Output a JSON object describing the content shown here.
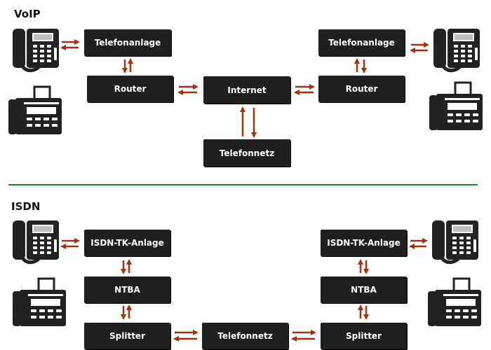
{
  "voip": {
    "title": "VoIP",
    "telefonanlage_left": "Telefonanlage",
    "telefonanlage_right": "Telefonanlage",
    "router_left": "Router",
    "router_right": "Router",
    "internet": "Internet",
    "telefonnetz": "Telefonnetz"
  },
  "isdn": {
    "title": "ISDN",
    "tk_anlage_left": "ISDN-TK-Anlage",
    "tk_anlage_right": "ISDN-TK-Anlage",
    "ntba_left": "NTBA",
    "ntba_right": "NTBA",
    "splitter_left": "Splitter",
    "splitter_right": "Splitter",
    "telefonnetz": "Telefonnetz"
  },
  "colors": {
    "box": "#1f1f1f",
    "arrow": "#a3320f",
    "divider": "#2e7d3a",
    "device": "#222222"
  },
  "icons": [
    "desk-phone-icon",
    "fax-machine-icon"
  ]
}
